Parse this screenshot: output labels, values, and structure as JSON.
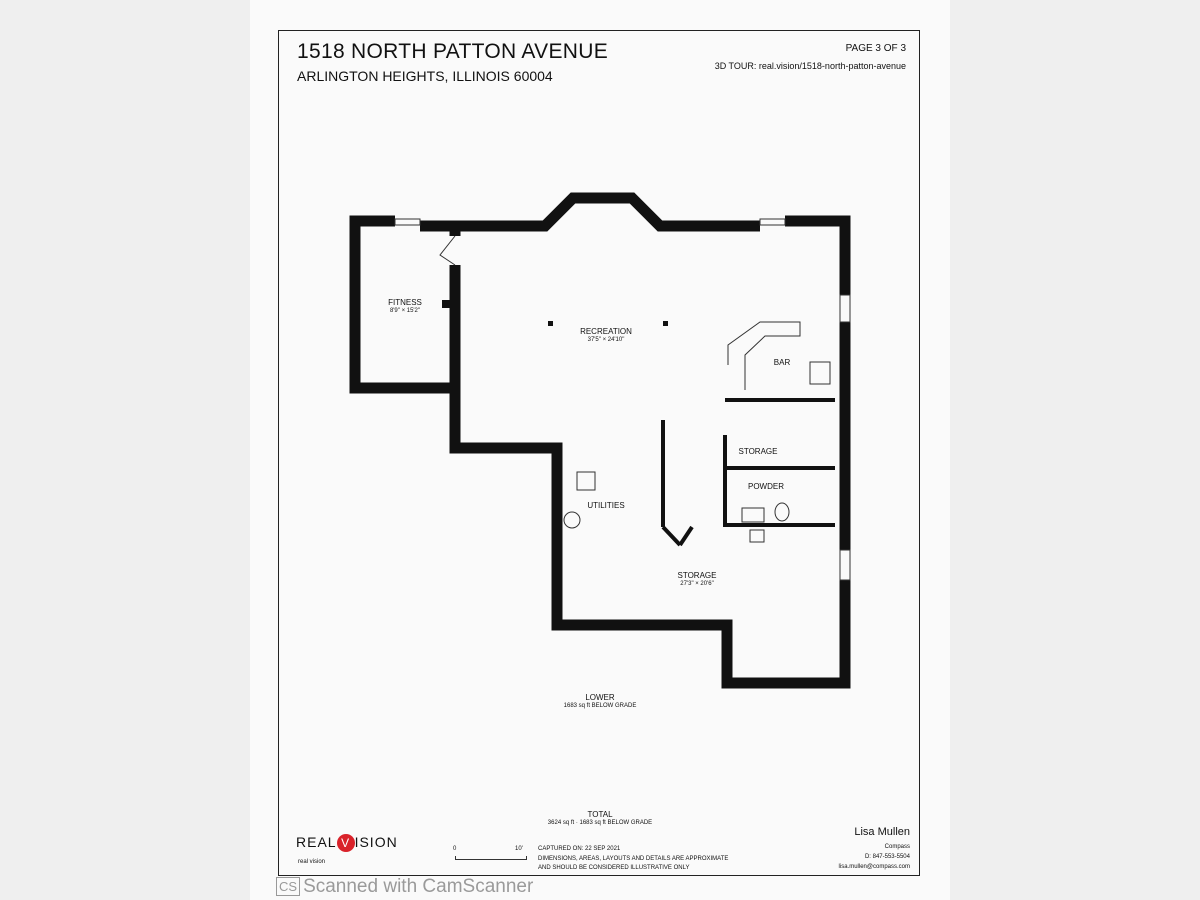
{
  "header": {
    "address": "1518 NORTH PATTON AVENUE",
    "city": "ARLINGTON HEIGHTS, ILLINOIS 60004",
    "page": "PAGE 3 OF 3",
    "tour": "3D TOUR: real.vision/1518-north-patton-avenue"
  },
  "rooms": [
    {
      "name": "FITNESS",
      "dims": "8'9\" × 15'2\""
    },
    {
      "name": "RECREATION",
      "dims": "37'5\" × 24'10\""
    },
    {
      "name": "BAR",
      "dims": ""
    },
    {
      "name": "STORAGE",
      "dims": ""
    },
    {
      "name": "POWDER",
      "dims": ""
    },
    {
      "name": "UTILITIES",
      "dims": ""
    },
    {
      "name": "STORAGE",
      "dims": "27'3\" × 20'6\""
    }
  ],
  "level": {
    "name": "LOWER",
    "area": "1683 sq ft BELOW GRADE"
  },
  "total": {
    "label": "TOTAL",
    "area": "3624 sq ft · 1683 sq ft BELOW GRADE"
  },
  "capture": {
    "date": "CAPTURED ON: 22 SEP 2021",
    "disclaimer1": "DIMENSIONS, AREAS, LAYOUTS AND DETAILS ARE APPROXIMATE",
    "disclaimer2": "AND SHOULD BE CONSIDERED ILLUSTRATIVE ONLY",
    "scale_start": "0",
    "scale_end": "10'"
  },
  "brand": {
    "logo": "REAL VISION",
    "sub": "real vision"
  },
  "agent": {
    "name": "Lisa Mullen",
    "company": "Compass",
    "phone": "D: 847-553-5504",
    "email": "lisa.mullen@compass.com"
  },
  "watermark": {
    "badge": "CS",
    "text": "Scanned with CamScanner"
  }
}
